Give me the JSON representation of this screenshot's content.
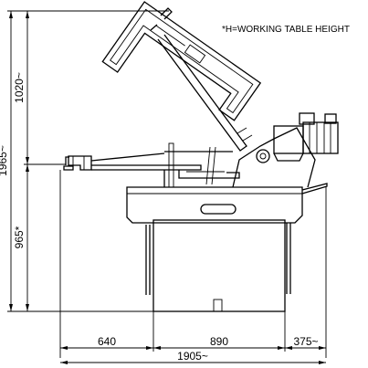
{
  "note": "*H=WORKING TABLE HEIGHT",
  "dimensions": {
    "total_height": "1965~",
    "upper_height": "1020~",
    "table_height": "965*",
    "left_span": "640",
    "middle_span": "890",
    "right_span": "375~",
    "total_length": "1905~"
  }
}
